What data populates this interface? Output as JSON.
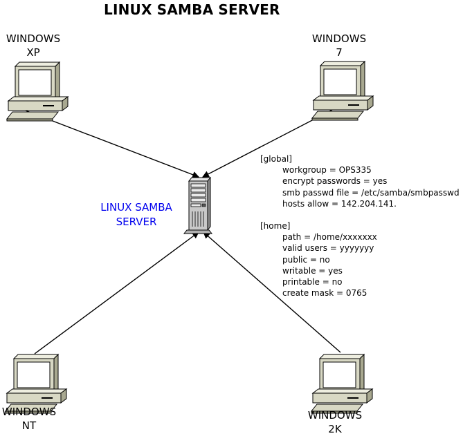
{
  "title": "LINUX SAMBA SERVER",
  "colors": {
    "server_label": "#0000ee",
    "line": "#000000",
    "pc_case": "#d8d8c4",
    "pc_screen": "#ffffff",
    "server_case": "#c8c8c8"
  },
  "clients": [
    {
      "name": "windows-xp",
      "line1": "WINDOWS",
      "line2": "XP",
      "icon": "desktop-computer-icon"
    },
    {
      "name": "windows-7",
      "line1": "WINDOWS",
      "line2": "7",
      "icon": "desktop-computer-icon"
    },
    {
      "name": "windows-nt",
      "line1": "WINDOWS",
      "line2": "NT",
      "icon": "desktop-computer-icon"
    },
    {
      "name": "windows-2k",
      "line1": "WINDOWS",
      "line2": "2K",
      "icon": "desktop-computer-icon"
    }
  ],
  "server": {
    "line1": "LINUX SAMBA",
    "line2": "SERVER",
    "icon": "tower-server-icon"
  },
  "config": {
    "global": {
      "header": "[global]",
      "lines": [
        "workgroup = OPS335",
        "encrypt passwords = yes",
        "smb passwd file = /etc/samba/smbpasswd",
        "hosts allow = 142.204.141."
      ]
    },
    "home": {
      "header": "[home]",
      "lines": [
        "path = /home/xxxxxxx",
        "valid users = yyyyyyy",
        "public = no",
        "writable = yes",
        "printable = no",
        "create mask = 0765"
      ]
    }
  }
}
